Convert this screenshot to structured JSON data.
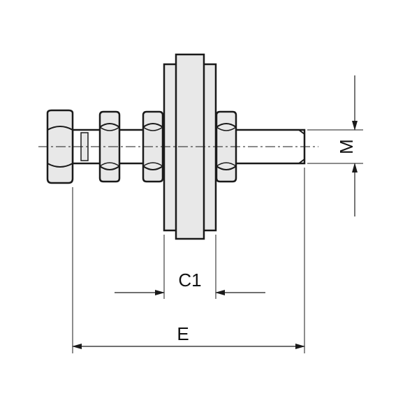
{
  "dimensions": {
    "M": "M",
    "C1": "C1",
    "E": "E"
  },
  "colors": {
    "outline": "#1a1a1a",
    "fill": "#e8e8e8",
    "dimension": "#222222"
  }
}
